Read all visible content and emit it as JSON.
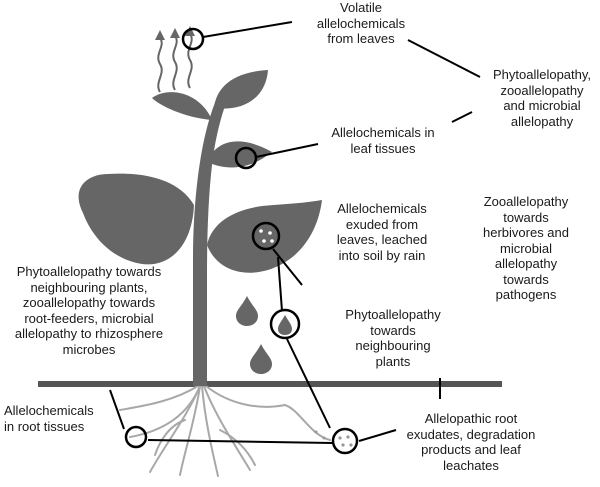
{
  "colors": {
    "plant": "#666666",
    "line": "#000000",
    "background": "#ffffff",
    "soil": "#555555",
    "root": "#a8a8a8"
  },
  "labels": {
    "volatile": [
      "Volatile",
      "allelochemicals",
      "from leaves"
    ],
    "phyto_zoo_microbial": [
      "Phytoallelopathy,",
      "zooallelopathy",
      "and microbial",
      "allelopathy"
    ],
    "leaf_tissues": [
      "Allelochemicals in",
      "leaf tissues"
    ],
    "exuded": [
      "Allelochemicals",
      "exuded from",
      "leaves, leached",
      "into soil by rain"
    ],
    "zoo_herbivores": [
      "Zooallelopathy",
      "towards",
      "herbivores and",
      "microbial",
      "allelopathy",
      "towards",
      "pathogens"
    ],
    "phyto_neighbouring_long": [
      "Phytoallelopathy towards",
      "neighbouring plants,",
      "zooallelopathy towards",
      "root-feeders, microbial",
      "allelopathy to rhizosphere",
      "microbes"
    ],
    "phyto_neighbouring": [
      "Phytoallelopathy",
      "towards",
      "neighbouring",
      "plants"
    ],
    "root_tissues": [
      "Allelochemicals",
      "in root tissues"
    ],
    "root_exudates": [
      "Allelopathic root",
      "exudates, degradation",
      "products and leaf",
      "leachates"
    ]
  }
}
